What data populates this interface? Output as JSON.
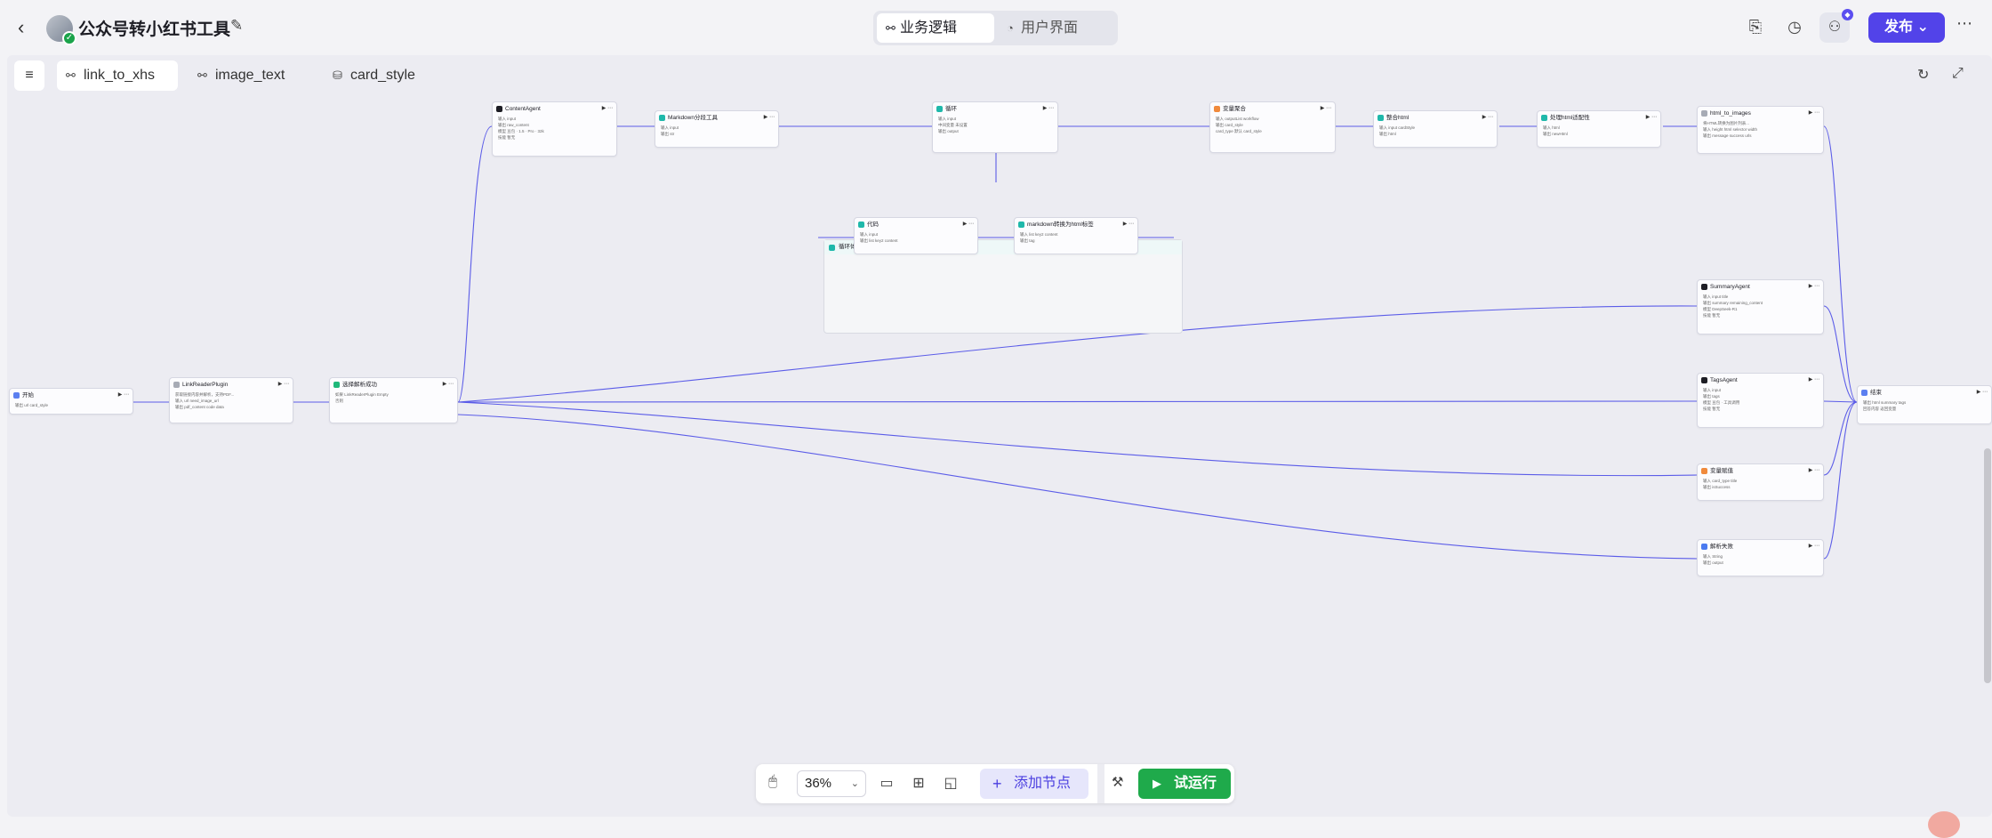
{
  "header": {
    "title": "公众号转小红书工具",
    "seg_tabs": [
      {
        "label": "业务逻辑"
      },
      {
        "label": "用户界面"
      }
    ],
    "publish_label": "发布"
  },
  "canvas": {
    "tabs": [
      {
        "label": "link_to_xhs"
      },
      {
        "label": "image_text"
      },
      {
        "label": "card_style"
      }
    ]
  },
  "nodes": [
    {
      "id": "start",
      "title": "开始",
      "color": "#5b7ff0",
      "rows": [
        "输出 url card_style"
      ]
    },
    {
      "id": "linkreader",
      "title": "LinkReaderPlugin",
      "color": "#a7abb5",
      "rows": [
        "获取链接内容并解析，支持PDF...",
        "输入 url need_image_url",
        "输出 pdf_content code data"
      ]
    },
    {
      "id": "condition",
      "title": "选择解析成功",
      "color": "#1fb87a",
      "rows": [
        "如果 LinkReaderPlugin Empty",
        "否则"
      ]
    },
    {
      "id": "contentagent",
      "title": "ContentAgent",
      "color": "#1d1d24",
      "rows": [
        "输入 input",
        "输出 raw_content",
        "模型 豆包 · 1.5 · Pro · 32k",
        "技能 暂无"
      ]
    },
    {
      "id": "mdsplit",
      "title": "Markdown分段工具",
      "color": "#1fb8aa",
      "rows": [
        "输入 input",
        "输出 str"
      ]
    },
    {
      "id": "loop",
      "title": "循环",
      "color": "#1fb8aa",
      "rows": [
        "输入 input",
        "中间变量 未设置",
        "输出 output"
      ]
    },
    {
      "id": "varagg",
      "title": "变量聚合",
      "color": "#f08a3c",
      "rows": [
        "输入 outputList workflow",
        "输出 card_style",
        "card_type 默认 card_style"
      ]
    },
    {
      "id": "mergehtml",
      "title": "整合html",
      "color": "#1fb8aa",
      "rows": [
        "输入 input cardStyle",
        "输出 html"
      ]
    },
    {
      "id": "htmlformat",
      "title": "处理html适配性",
      "color": "#1fb8aa",
      "rows": [
        "输入 html",
        "输出 newHtml"
      ]
    },
    {
      "id": "html2img",
      "title": "html_to_images",
      "color": "#a7abb5",
      "rows": [
        "将HTML转换为图片列表...",
        "输入 height html selector width",
        "输出 message success urls"
      ]
    },
    {
      "id": "code",
      "title": "代码",
      "color": "#1fb8aa",
      "rows": [
        "输入 input",
        "输出 list key2 content"
      ]
    },
    {
      "id": "md2html",
      "title": "markdown转换为html标签",
      "color": "#1fb8aa",
      "rows": [
        "输入 list key2 content",
        "输出 tag"
      ]
    },
    {
      "id": "summary",
      "title": "SummaryAgent",
      "color": "#1d1d24",
      "rows": [
        "输入 input title",
        "输出 summary remaining_content",
        "模型 DeepSeek-R1",
        "技能 暂无"
      ]
    },
    {
      "id": "tags",
      "title": "TagsAgent",
      "color": "#1d1d24",
      "rows": [
        "输入 input",
        "输出 tags",
        "模型 豆包 · 工具调用",
        "技能 暂无"
      ]
    },
    {
      "id": "varassign",
      "title": "变量赋值",
      "color": "#f08a3c",
      "rows": [
        "输入 card_type title",
        "输出 isSuccess"
      ]
    },
    {
      "id": "parse",
      "title": "解析失败",
      "color": "#4a7af0",
      "rows": [
        "输入 String",
        "输出 output"
      ]
    },
    {
      "id": "end",
      "title": "结束",
      "color": "#5b7ff0",
      "rows": [
        "输出 html summary tags",
        "回答内容 返回变量"
      ]
    }
  ],
  "loop_body_title": "循环体",
  "toolbar": {
    "zoom": "36%",
    "add_node_label": "添加节点",
    "run_label": "试运行"
  }
}
